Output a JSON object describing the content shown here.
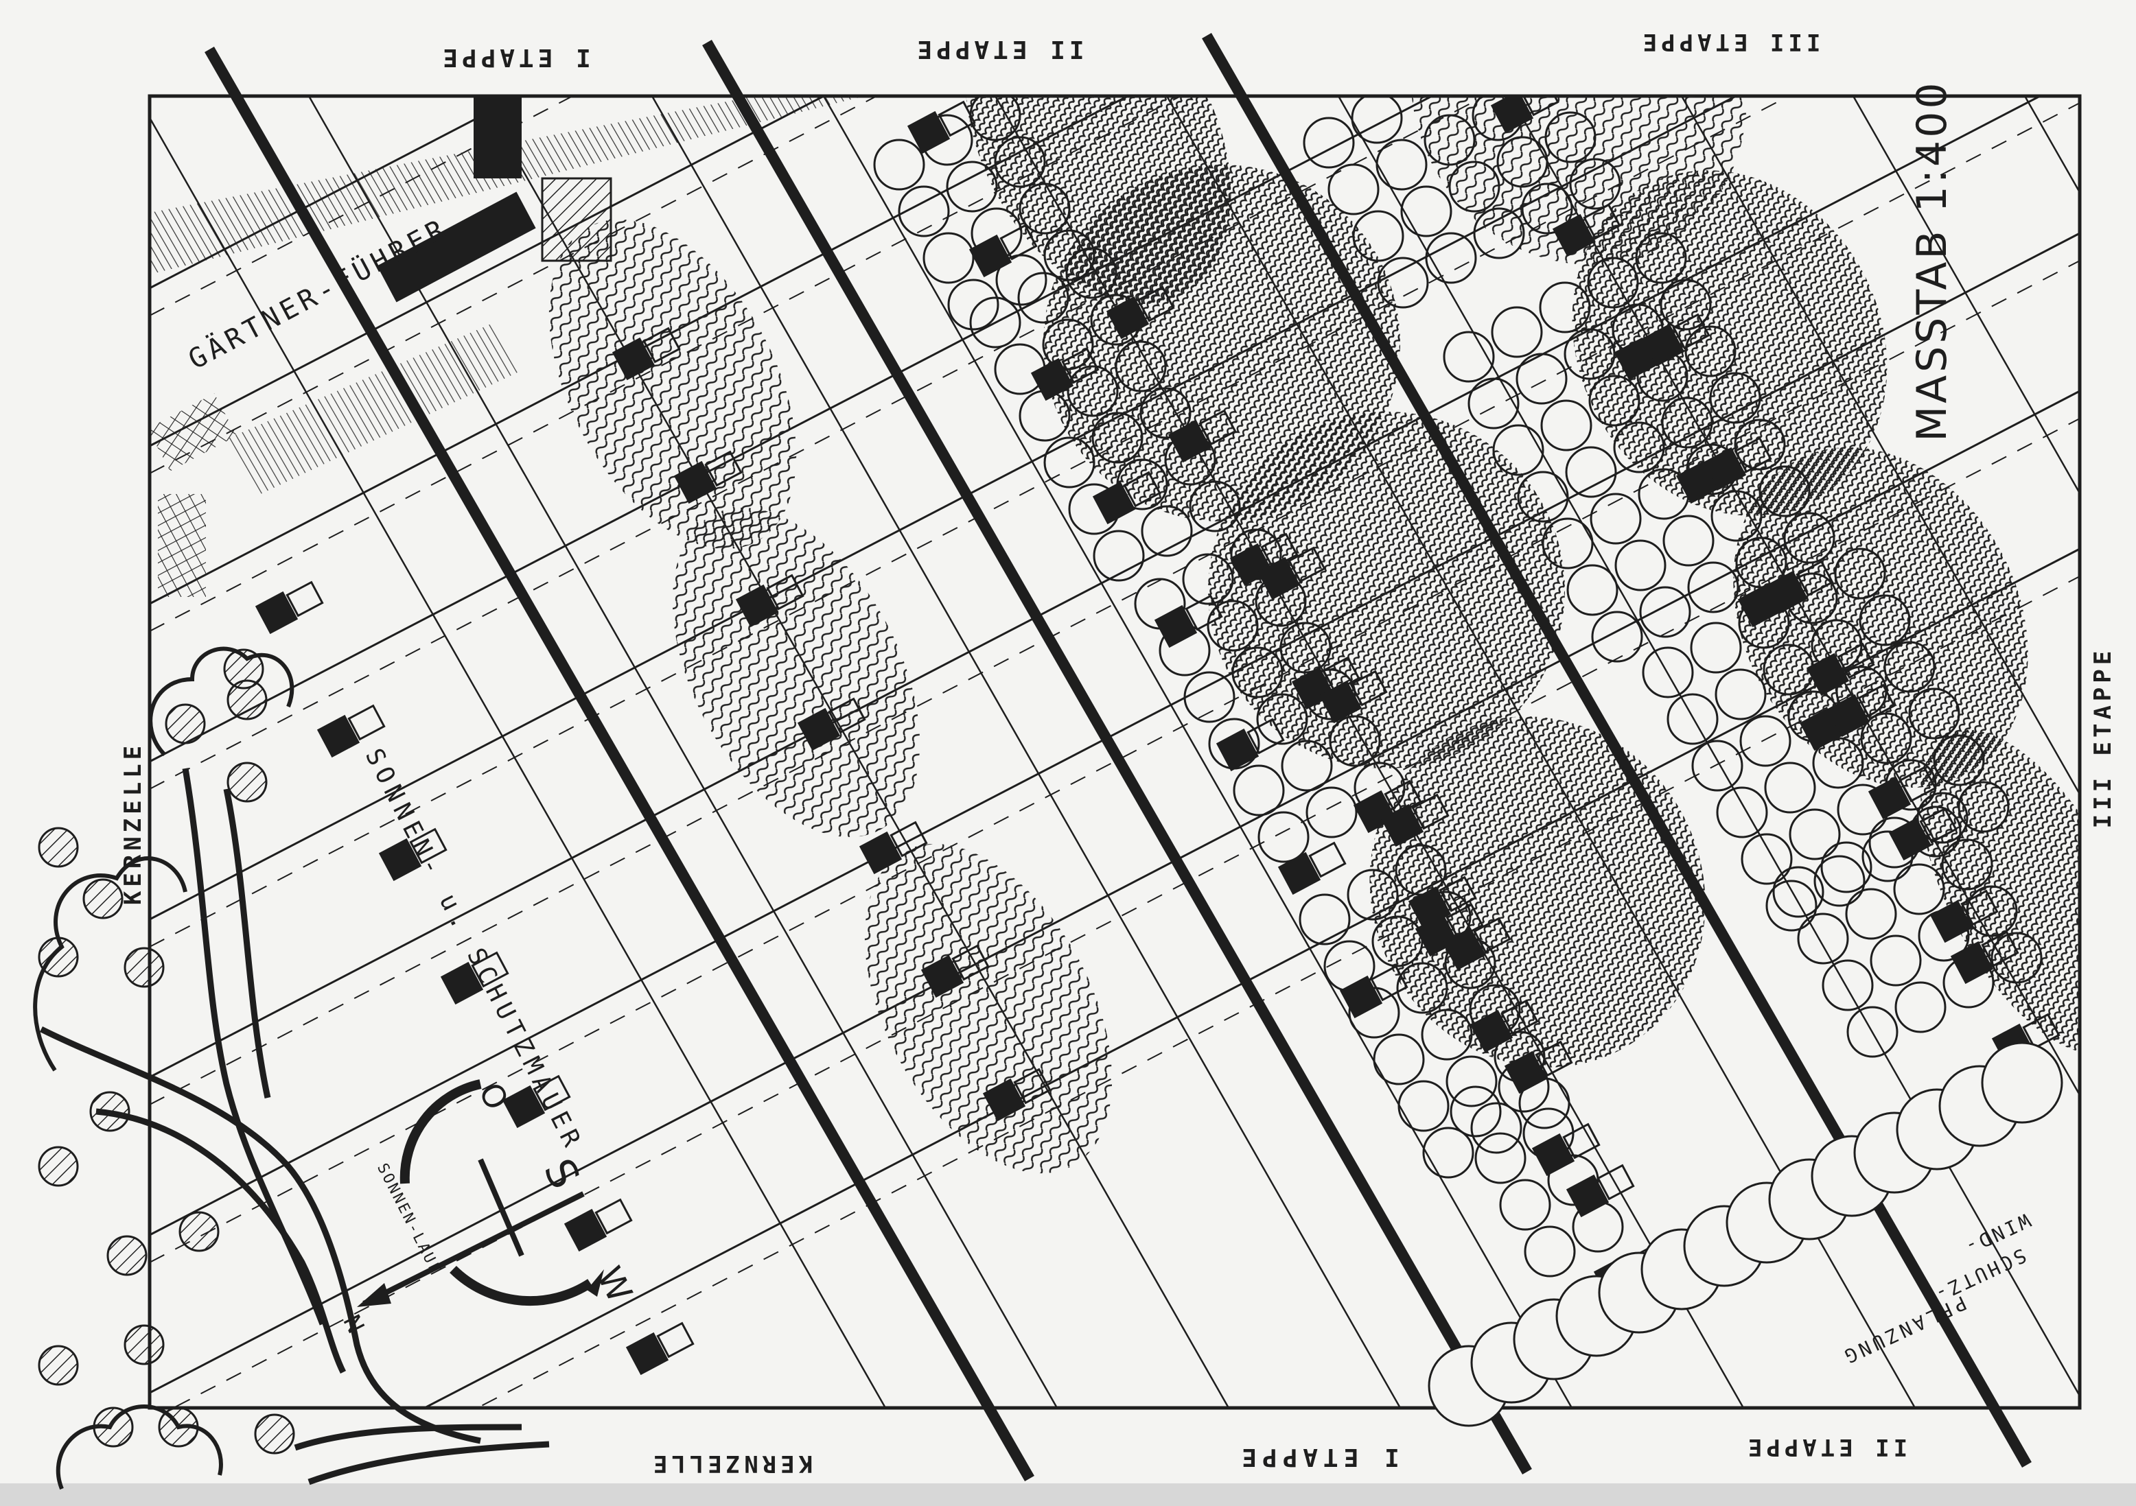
{
  "labels": {
    "etappe_1_top": "I ETAPPE",
    "etappe_2_top": "II ETAPPE",
    "etappe_3_top": "III ETAPPE",
    "etappe_3_right": "III ETAPPE",
    "etappe_1_bottom": "I ETAPPE",
    "etappe_2_bottom": "II ETAPPE",
    "kernzelle_bottom": "KERNZELLE",
    "kernzelle_left": "KERNZELLE",
    "scale": "MASSTAB 1:400",
    "gardener": "GÄRTNER-FÜHRER",
    "wall": "SONNEN- u. SCHUTZMAUER",
    "sun_path": "SONNEN-LAUF",
    "compass_n": "N",
    "compass_o": "O",
    "compass_s": "S",
    "compass_w": "W",
    "windbreak_1": "WIND-",
    "windbreak_2": "SCHUTZ-",
    "windbreak_3": "PFLANZUNG"
  },
  "colors": {
    "ink": "#1e1e1e",
    "paper": "#f4f4f2"
  }
}
